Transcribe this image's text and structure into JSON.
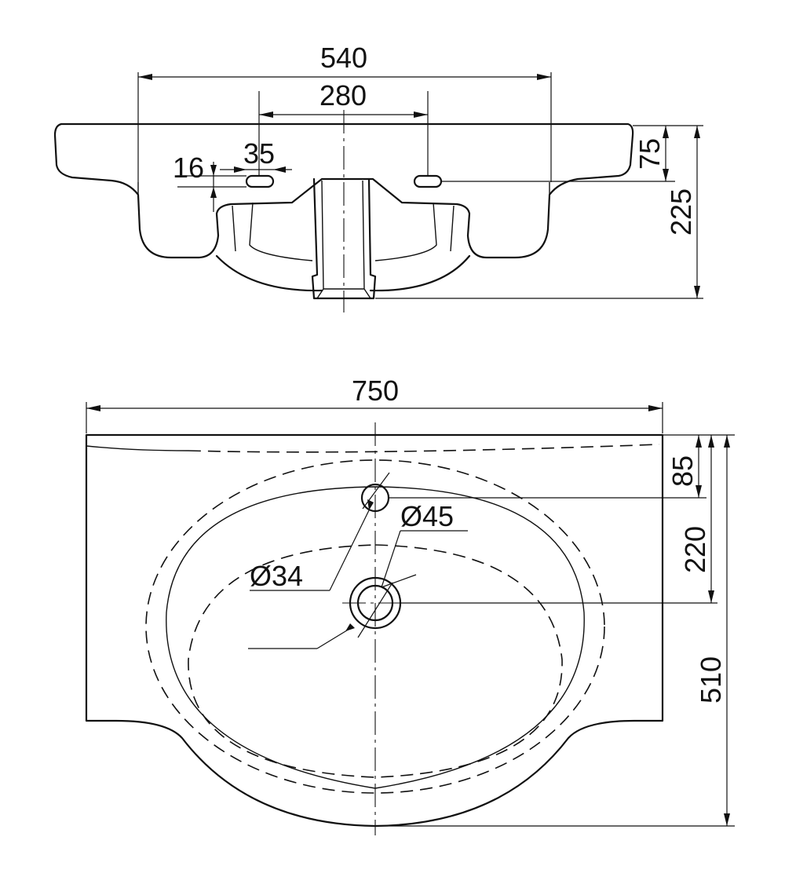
{
  "dimensions": {
    "top_view": {
      "overall_width": "540",
      "tap_hole_spacing": "280",
      "hole_height": "16",
      "hole_width": "35",
      "rim_to_hole": "75",
      "total_depth": "225"
    },
    "plan_view": {
      "overall_width": "750",
      "edge_to_tap_hole": "85",
      "tap_hole_to_drain": "220",
      "overall_depth": "510",
      "drain_diameter": "Ø45",
      "tap_hole_diameter": "Ø34"
    }
  }
}
